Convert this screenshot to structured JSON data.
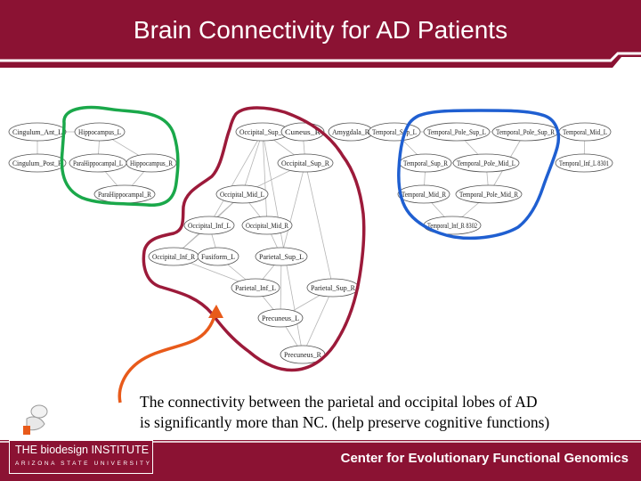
{
  "slide": {
    "title": "Brain Connectivity for AD Patients",
    "caption_line1": "The connectivity between the parietal and occipital lobes of AD",
    "caption_line2": "is significantly more than NC. (help preserve cognitive functions)",
    "footer_right": "Center for Evolutionary Functional Genomics",
    "logo_top": "THE biodesign INSTITUTE",
    "logo_bottom": "ARIZONA STATE UNIVERSITY"
  },
  "colors": {
    "brand": "#8b1233",
    "group_green": "#1aa84a",
    "group_maroon": "#9c1a3a",
    "group_blue": "#1f5fd1",
    "arrow": "#e85a1a"
  },
  "nodes": [
    {
      "id": "cingulum_ant_l",
      "label": "Cingulum_Ant_L"
    },
    {
      "id": "hippocampus_l",
      "label": "Hippocampus_L"
    },
    {
      "id": "cingulum_post_r",
      "label": "Cingulum_Post_R"
    },
    {
      "id": "parahippocampal_l",
      "label": "ParaHippocampal_L"
    },
    {
      "id": "hippocampus_r",
      "label": "Hippocampus_R"
    },
    {
      "id": "parahippocampal_r",
      "label": "ParaHippocampal_R"
    },
    {
      "id": "occipital_sup_l",
      "label": "Occipital_Sup_L"
    },
    {
      "id": "cuneus_r",
      "label": "Cuneus_R"
    },
    {
      "id": "occipital_sup_r",
      "label": "Occipital_Sup_R"
    },
    {
      "id": "occipital_mid_l",
      "label": "Occipital_Mid_L"
    },
    {
      "id": "occipital_inf_l",
      "label": "Occipital_Inf_L"
    },
    {
      "id": "occipital_mid_r",
      "label": "Occipital_Mid_R"
    },
    {
      "id": "occipital_inf_r",
      "label": "Occipital_Inf_R"
    },
    {
      "id": "fusiform_l",
      "label": "Fusiform_L"
    },
    {
      "id": "parietal_sup_l",
      "label": "Parietal_Sup_L"
    },
    {
      "id": "parietal_inf_l",
      "label": "Parietal_Inf_L"
    },
    {
      "id": "parietal_sup_r",
      "label": "Parietal_Sup_R"
    },
    {
      "id": "precuneus_l",
      "label": "Precuneus_L"
    },
    {
      "id": "precuneus_r",
      "label": "Precuneus_R"
    },
    {
      "id": "amygdala_r",
      "label": "Amygdala_R"
    },
    {
      "id": "temporal_sup_l",
      "label": "Temporal_Sup_L"
    },
    {
      "id": "temporal_pole_sup_l",
      "label": "Temporal_Pole_Sup_L"
    },
    {
      "id": "temporal_pole_sup_r",
      "label": "Temporal_Pole_Sup_R"
    },
    {
      "id": "temporal_mid_l",
      "label": "Temporal_Mid_L"
    },
    {
      "id": "temporal_sup_r",
      "label": "Temporal_Sup_R"
    },
    {
      "id": "temporal_pole_mid_l",
      "label": "Temporal_Pole_Mid_L"
    },
    {
      "id": "temporal_inf_l",
      "label": "Temporal_Inf_L 8301"
    },
    {
      "id": "temporal_mid_r",
      "label": "Temporal_Mid_R"
    },
    {
      "id": "temporal_pole_mid_r",
      "label": "Temporal_Pole_Mid_R"
    },
    {
      "id": "temporal_inf_r",
      "label": "Temporal_Inf_R 8302"
    }
  ]
}
